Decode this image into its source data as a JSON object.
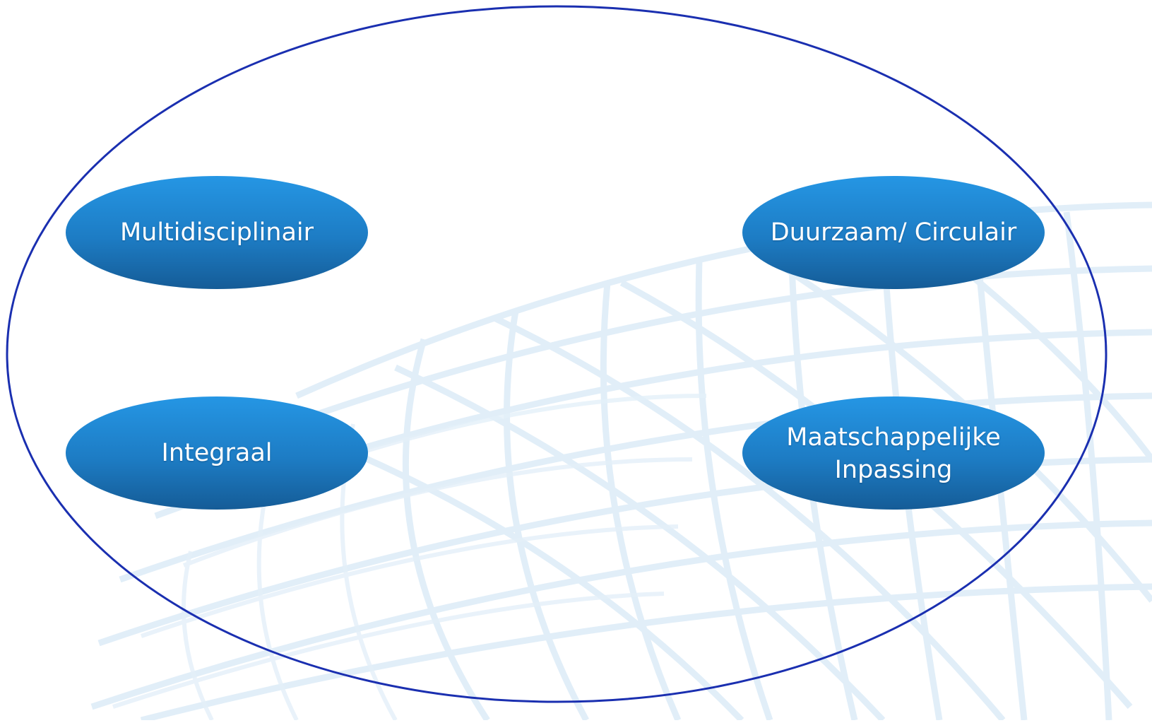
{
  "diagram": {
    "center_label": "",
    "nodes": [
      {
        "id": "multidisciplinair",
        "label": "Multidisciplinair"
      },
      {
        "id": "duurzaam-circulair",
        "label": "Duurzaam/ Circulair"
      },
      {
        "id": "integraal",
        "label": "Integraal"
      },
      {
        "id": "maatschappelijke-inpassing",
        "label": "Maatschappelijke\nInpassing"
      }
    ]
  },
  "colors": {
    "outer_ellipse_stroke": "#1a2fb0",
    "node_gradient_top": "#2596e4",
    "node_gradient_bottom": "#155c97",
    "globe_lines": "#d6e8f5",
    "text": "#ffffff"
  }
}
